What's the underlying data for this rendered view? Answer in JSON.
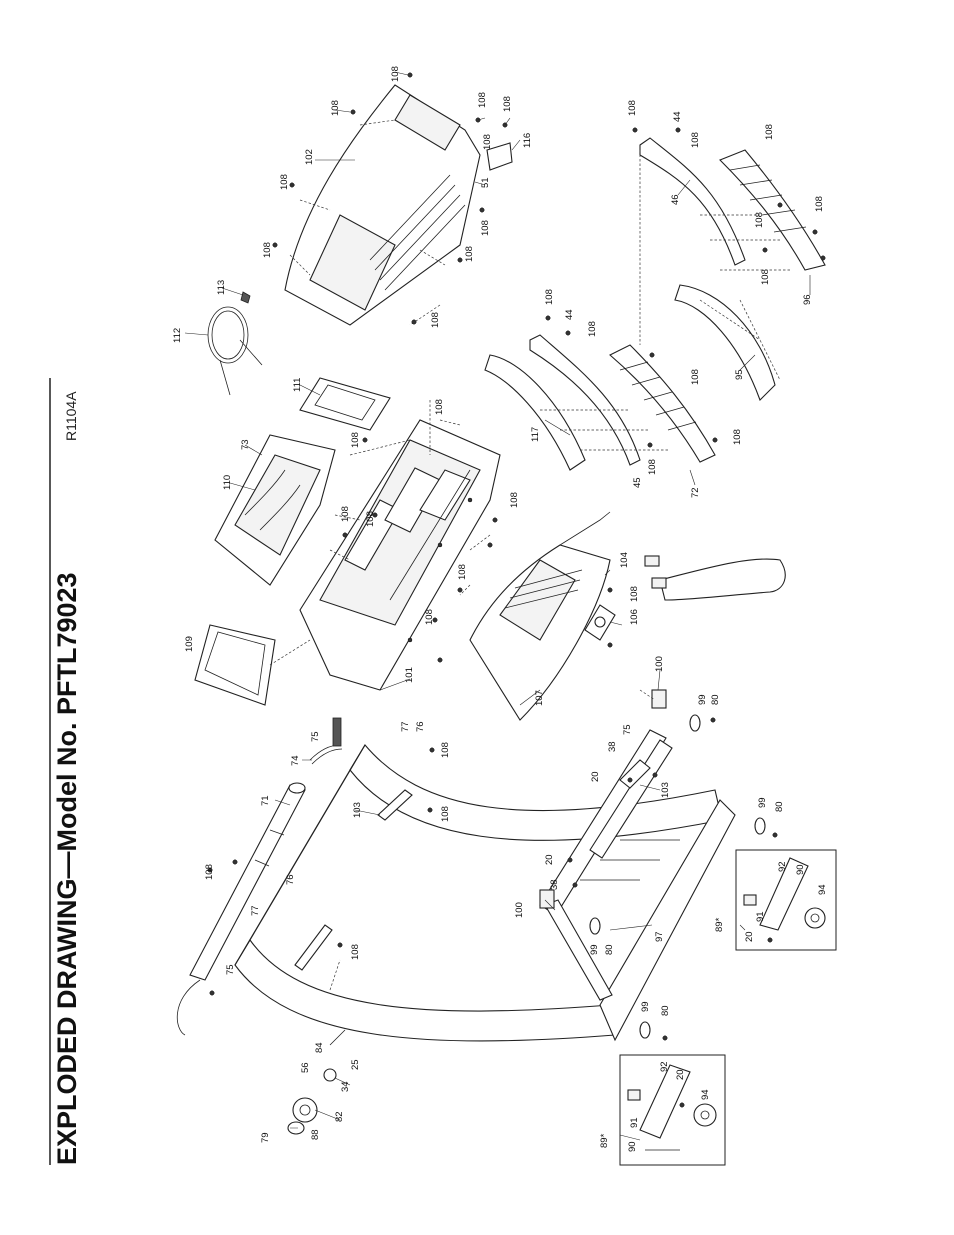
{
  "document": {
    "title": "EXPLODED DRAWING—Model No. PFTL79023",
    "drawing_code": "R1104A"
  },
  "callouts": [
    "108",
    "108",
    "108",
    "108",
    "108",
    "116",
    "51",
    "102",
    "108",
    "108",
    "108",
    "108",
    "113",
    "112",
    "111",
    "73",
    "110",
    "108",
    "108",
    "108",
    "108",
    "108",
    "108",
    "109",
    "101",
    "108",
    "108",
    "104",
    "106",
    "108",
    "107",
    "100",
    "99",
    "80",
    "108",
    "44",
    "108",
    "46",
    "108",
    "108",
    "108",
    "108",
    "96",
    "95",
    "108",
    "44",
    "108",
    "117",
    "108",
    "108",
    "45",
    "108",
    "72",
    "75",
    "74",
    "71",
    "76",
    "77",
    "108",
    "103",
    "108",
    "75",
    "38",
    "20",
    "103",
    "99",
    "80",
    "20",
    "38",
    "100",
    "99",
    "80",
    "97",
    "108",
    "76",
    "77",
    "75",
    "108",
    "92",
    "90",
    "91",
    "94",
    "89*",
    "20",
    "99",
    "80",
    "84",
    "56",
    "25",
    "34",
    "82",
    "88",
    "79",
    "92",
    "20",
    "91",
    "90",
    "94",
    "89*"
  ]
}
